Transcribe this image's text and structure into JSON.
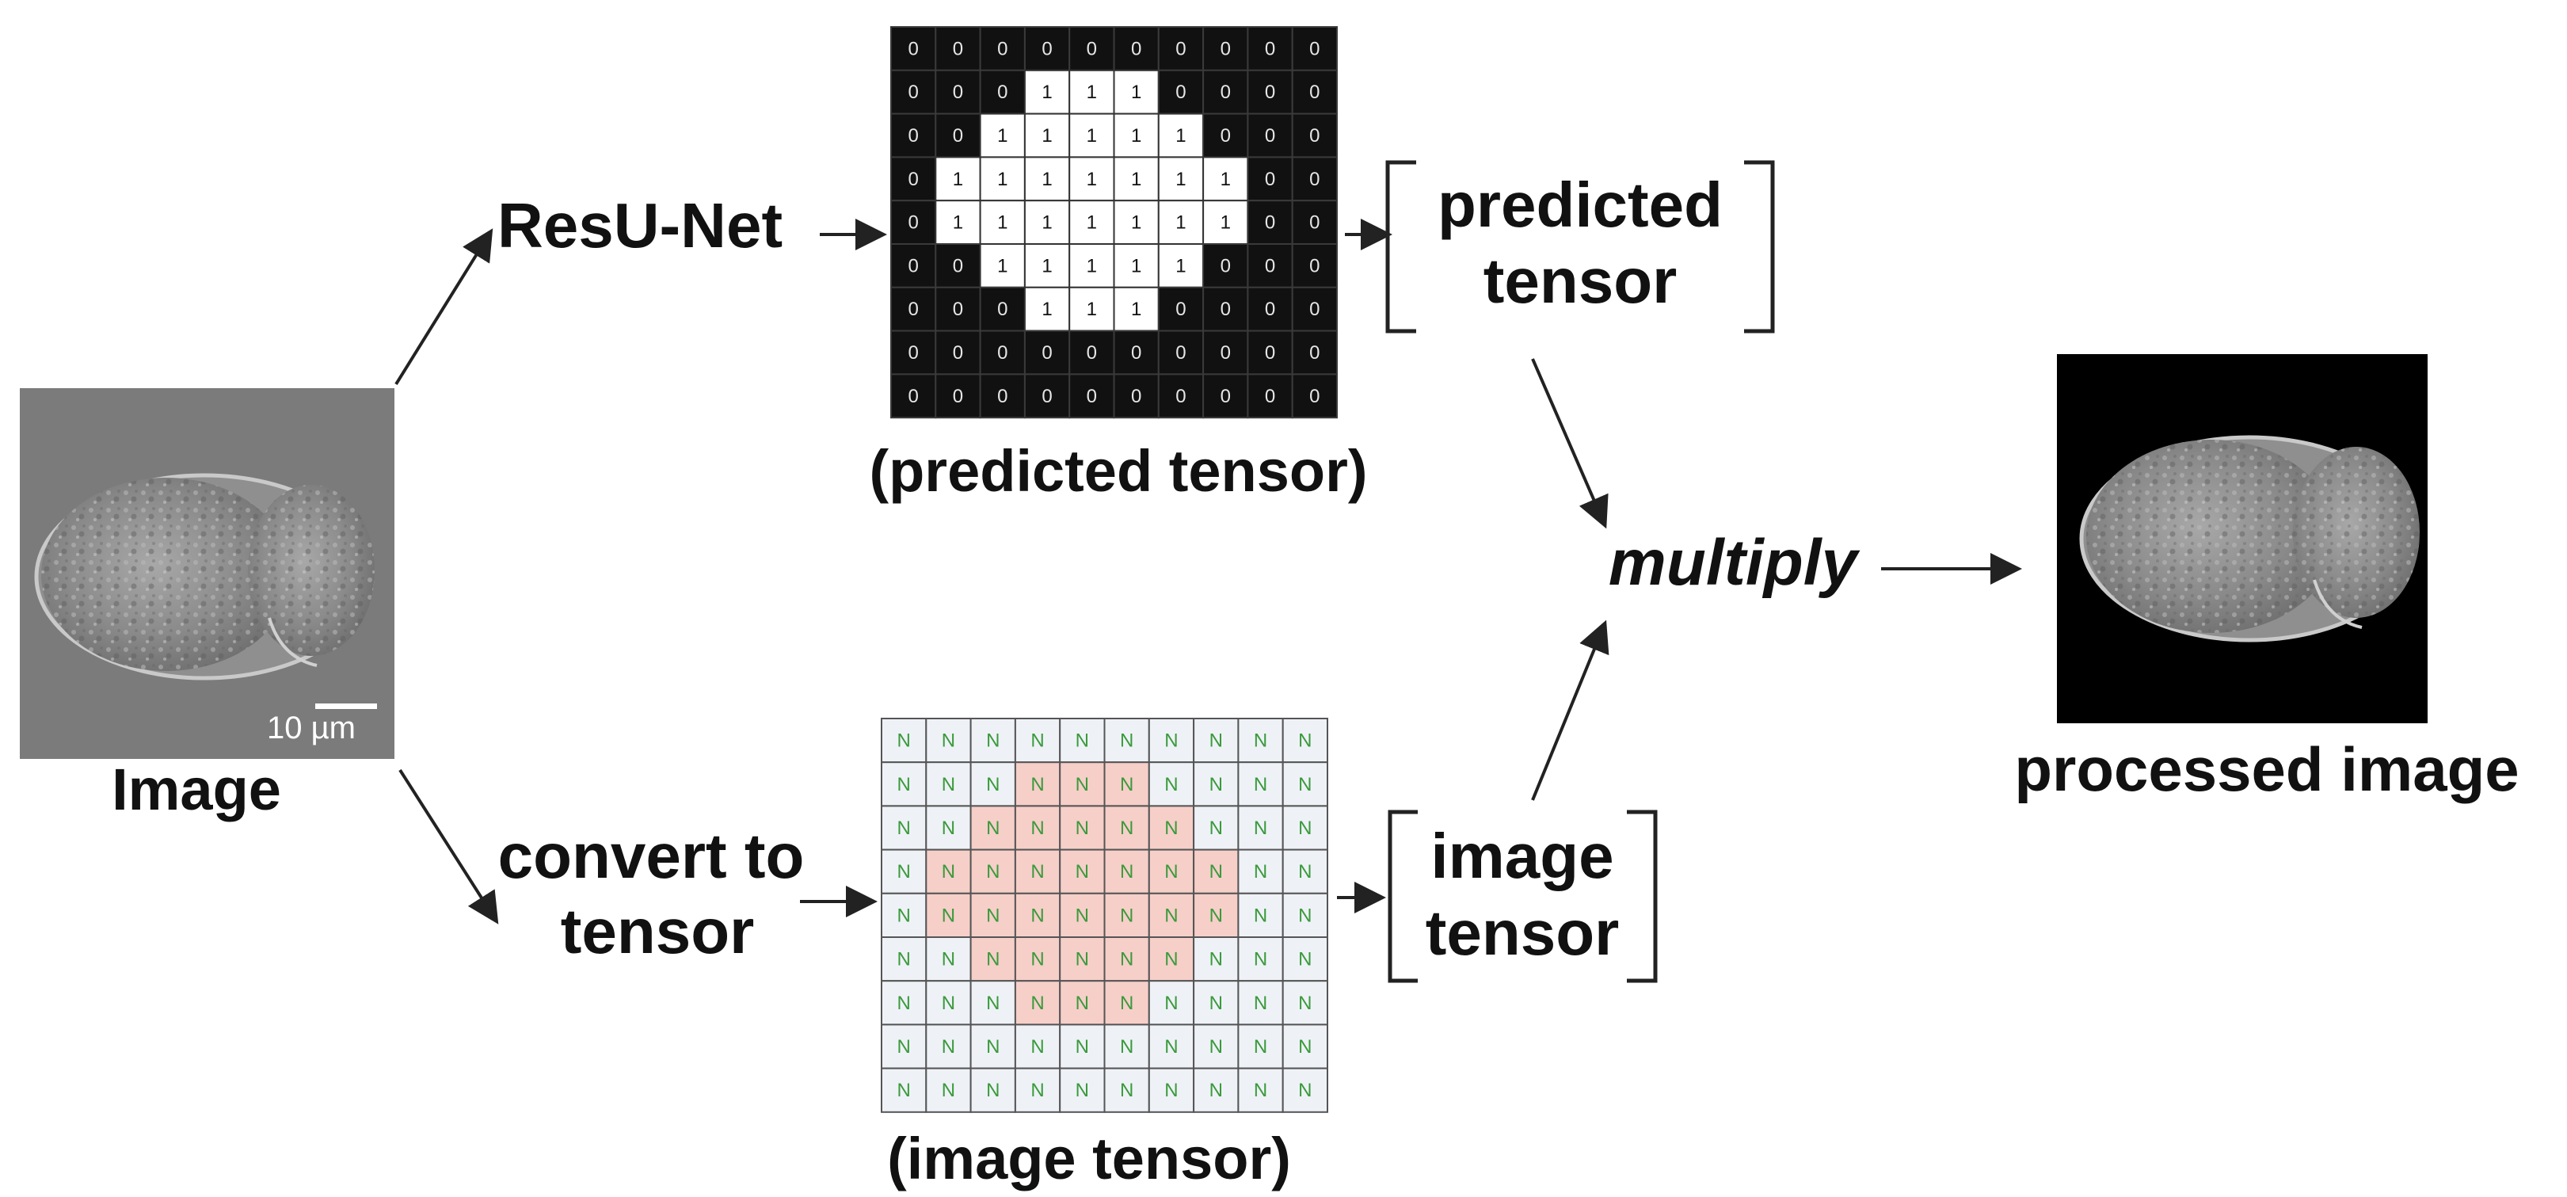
{
  "labels": {
    "input_image": "Image",
    "scale_bar": "10 µm",
    "resunet": "ResU-Net",
    "convert_line1": "convert to",
    "convert_line2": "tensor",
    "predicted_grid_caption": "(predicted tensor)",
    "image_grid_caption": "(image tensor)",
    "predicted_bracket_line1": "predicted",
    "predicted_bracket_line2": "tensor",
    "image_bracket_line1": "image",
    "image_bracket_line2": "tensor",
    "multiply": "multiply",
    "output_image": "processed image"
  },
  "predicted_grid": [
    "0000000000",
    "0001110000",
    "0011111000",
    "0111111100",
    "0111111100",
    "0011111000",
    "0001110000",
    "0000000000",
    "0000000000"
  ],
  "image_grid_symbol": "N",
  "colors": {
    "mask_background": "#111111",
    "mask_foreground": "#ffffff",
    "image_tensor_background": "#eef2f7",
    "image_tensor_region": "#f6cfc9",
    "image_tensor_symbol": "#3b9a3b",
    "arrow": "#222222",
    "text": "#111111"
  }
}
